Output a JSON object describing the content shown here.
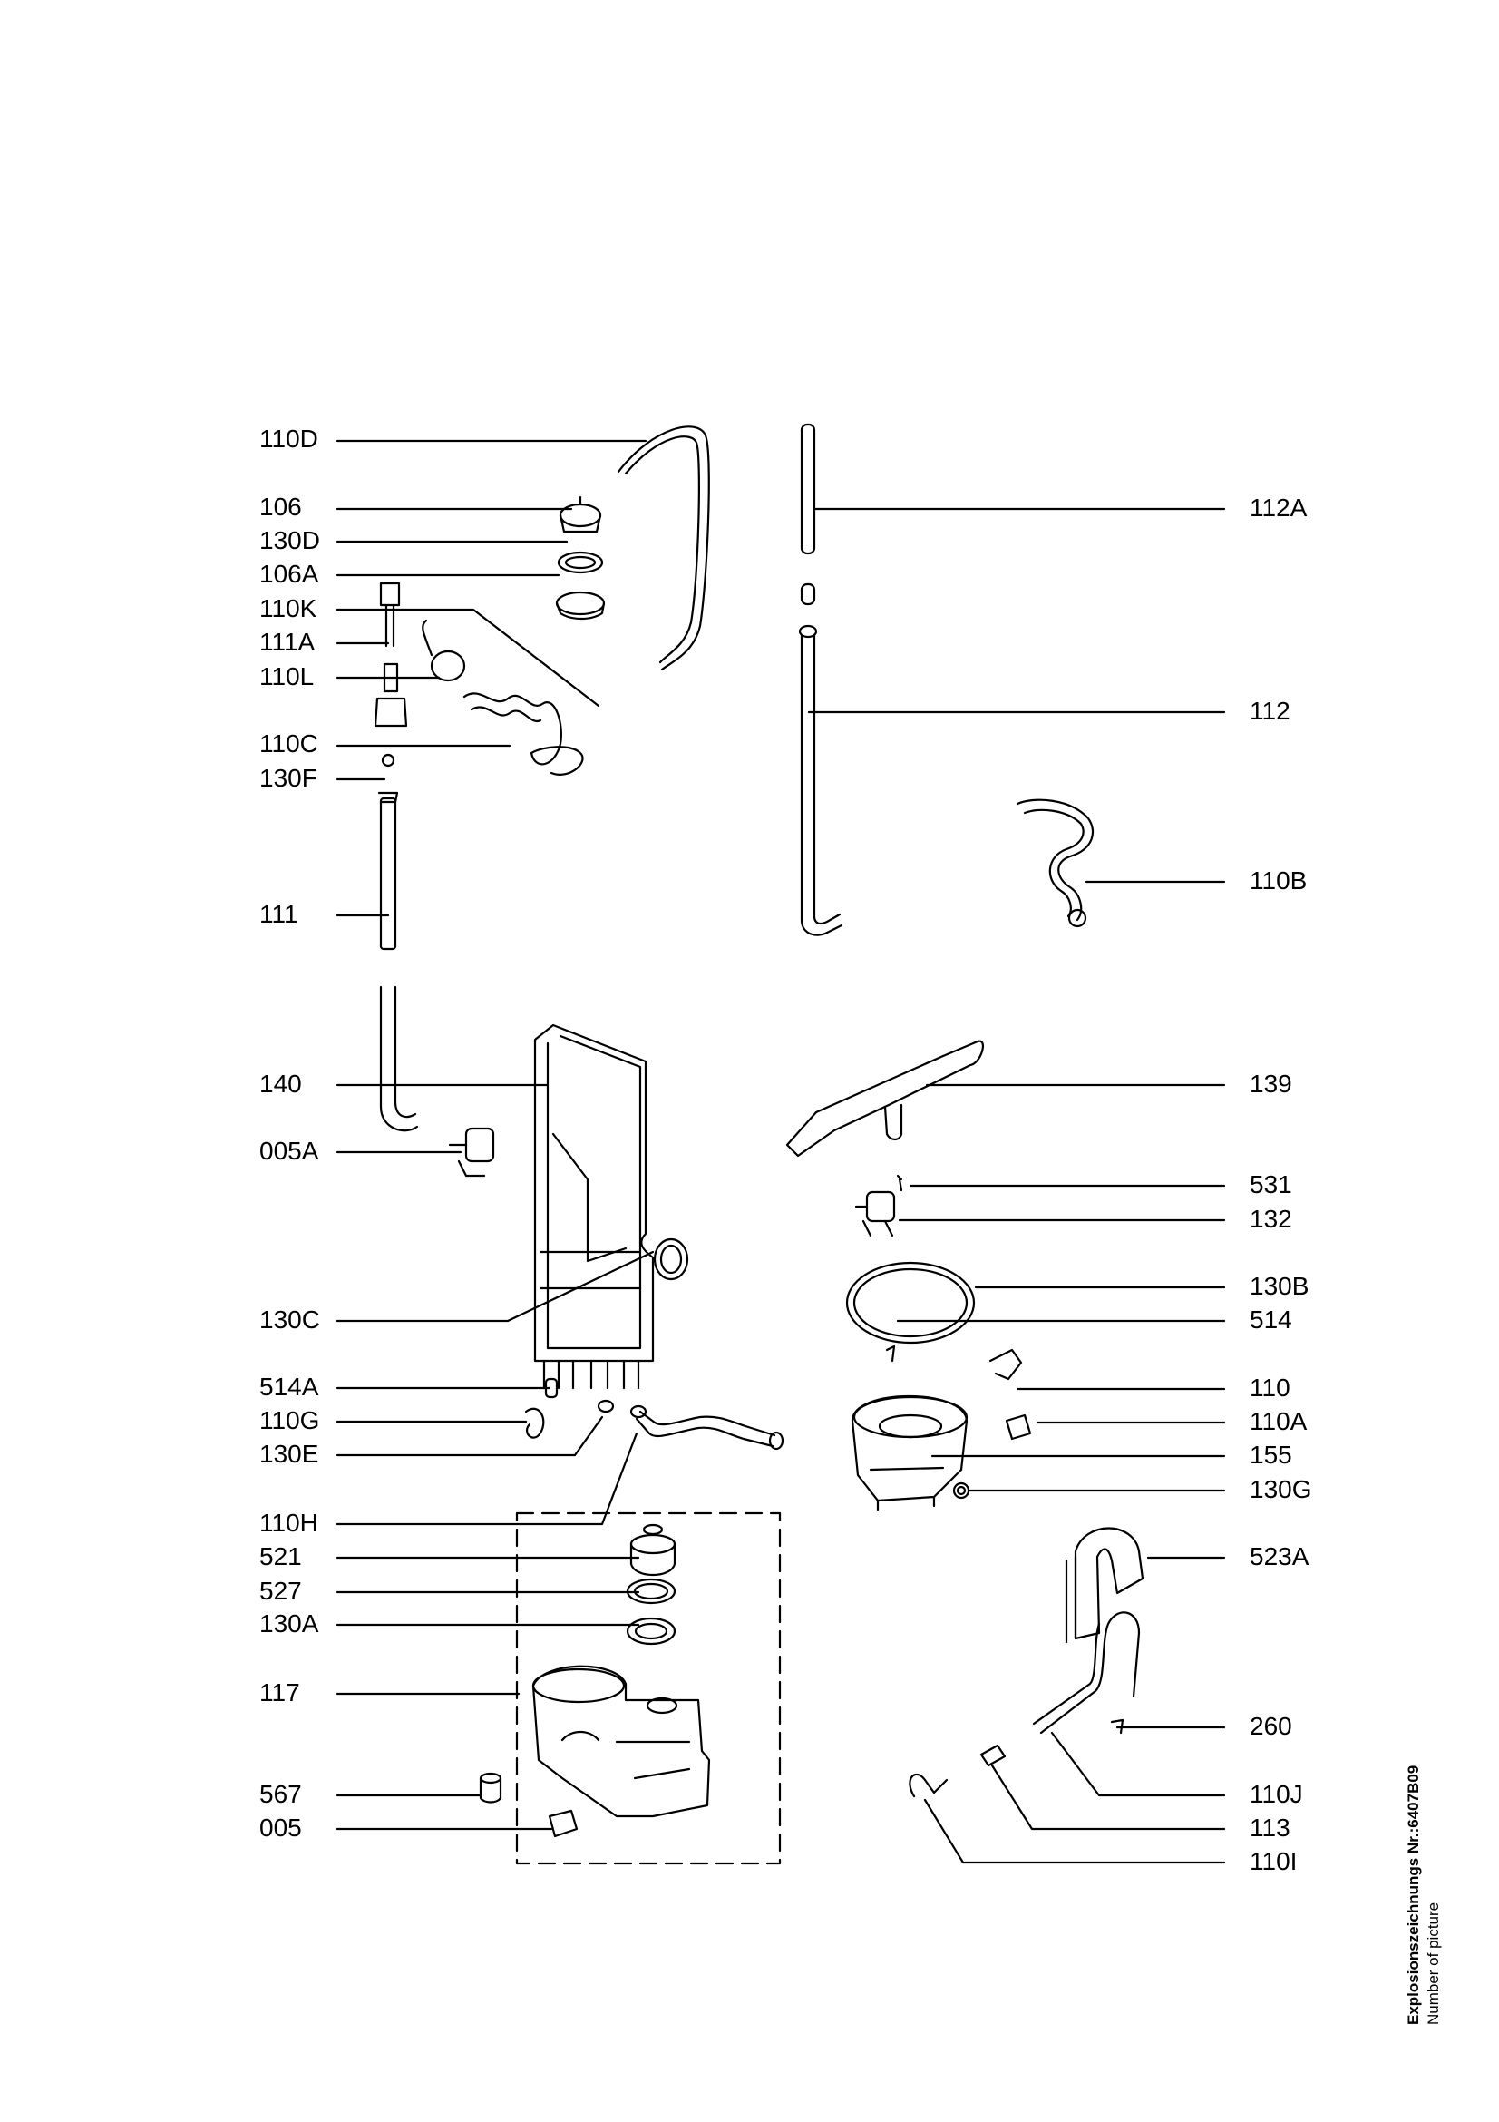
{
  "labels_left": [
    "110D",
    "106",
    "130D",
    "106A",
    "110K",
    "111A",
    "110L",
    "110C",
    "130F",
    "111",
    "140",
    "005A",
    "130C",
    "514A",
    "110G",
    "130E",
    "110H",
    "521",
    "527",
    "130A",
    "117",
    "567",
    "005"
  ],
  "labels_right": [
    "112A",
    "112",
    "110B",
    "139",
    "531",
    "132",
    "130B",
    "514",
    "110",
    "110A",
    "155",
    "130G",
    "523A",
    "260",
    "110J",
    "113",
    "110I"
  ],
  "footer": {
    "title": "Explosionszeichnungs Nr.:6407B09",
    "subtitle": "Number of picture"
  }
}
